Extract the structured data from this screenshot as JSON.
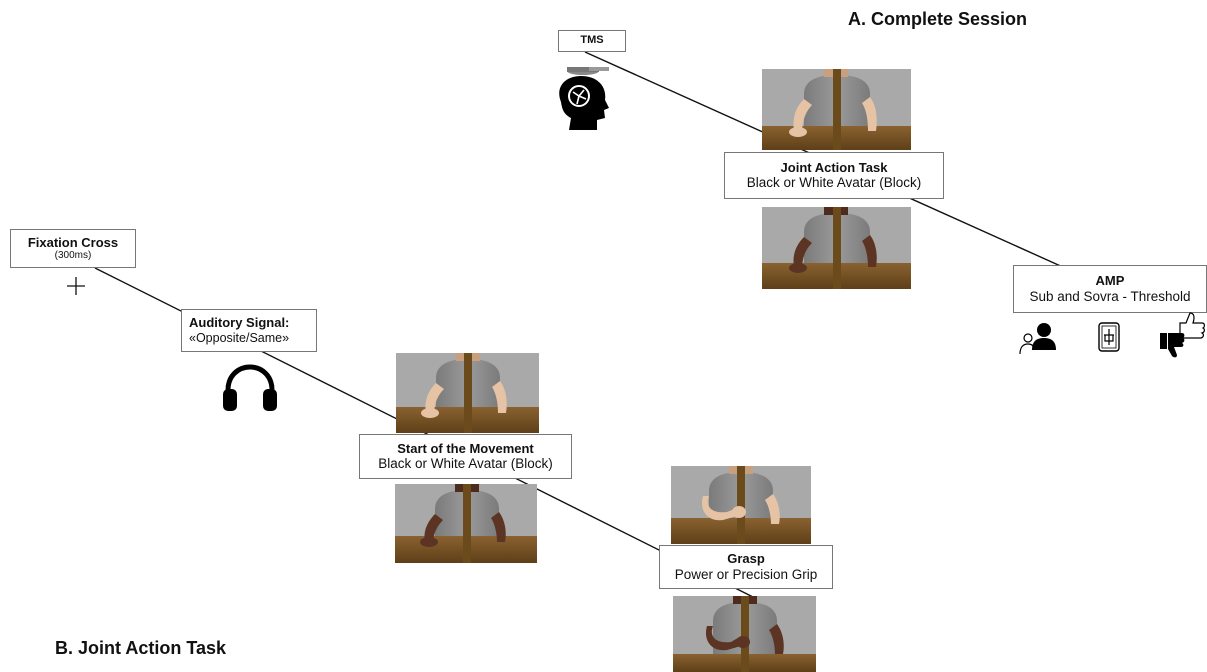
{
  "panel_a": {
    "title": "A. Complete Session",
    "tms_label": "TMS",
    "icons": [
      "tms-coil-head-icon",
      "participant-icon",
      "pictogram-card-icon",
      "thumbs-rating-icon"
    ],
    "task_box": {
      "title": "Joint Action Task",
      "subtitle": "Black or White Avatar (Block)"
    },
    "amp_box": {
      "title": "AMP",
      "subtitle": "Sub and Sovra - Threshold"
    }
  },
  "panel_b": {
    "title": "B. Joint Action Task",
    "fixation": {
      "title": "Fixation Cross",
      "subtitle": "(300ms)"
    },
    "auditory": {
      "title": "Auditory Signal:",
      "subtitle": "«Opposite/Same»"
    },
    "start": {
      "title": "Start of the Movement",
      "subtitle": "Black or White Avatar (Block)"
    },
    "grasp": {
      "title": "Grasp",
      "subtitle": "Power or Precision Grip"
    },
    "icons": [
      "cross-icon",
      "headphones-icon"
    ]
  },
  "colors": {
    "background_wall": "#a9a9a9",
    "table": "#7a5626",
    "shirt": "#8c8c8c",
    "skin_light": "#e6c3a5",
    "skin_dark": "#5c3423",
    "line": "#111111"
  }
}
